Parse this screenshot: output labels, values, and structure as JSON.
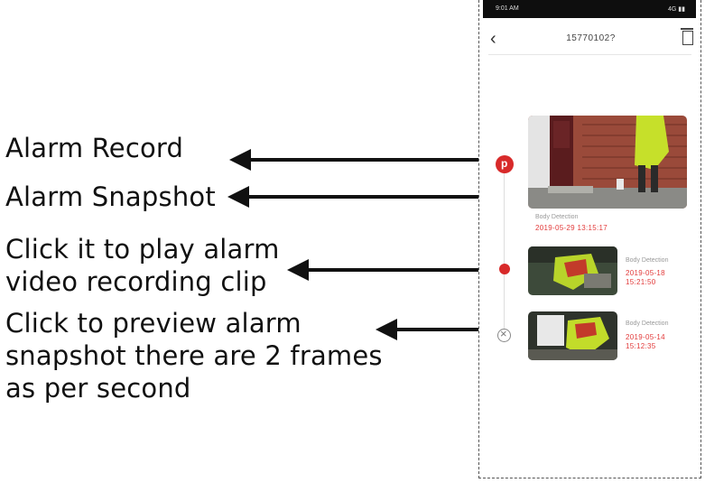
{
  "callouts": {
    "alarm_record": "Alarm Record",
    "alarm_snapshot": "Alarm Snapshot",
    "play_line1": "Click it to play alarm",
    "play_line2": "video recording clip",
    "preview_line1": "Click to preview alarm",
    "preview_line2": "snapshot there are 2 frames",
    "preview_line3": "as per second"
  },
  "status_bar": {
    "left": "9:01 AM",
    "right": "4G ▮▮"
  },
  "header": {
    "title": "15770102?"
  },
  "events": [
    {
      "label": "Body Detection",
      "date": "2019-05-29 13:15:17"
    },
    {
      "label": "Body Detection",
      "date_line1": "2019-05-18",
      "date_line2": "15:21:50"
    },
    {
      "label": "Body Detection",
      "date_line1": "2019-05-14",
      "date_line2": "15:12:35"
    }
  ],
  "colors": {
    "accent_red": "#d82a2a",
    "date_red": "#e23a3a"
  },
  "icons": {
    "back": "back-chevron-icon",
    "delete": "trash-icon",
    "record_marker": "play-record-icon",
    "snapshot_marker": "close-circle-icon"
  }
}
